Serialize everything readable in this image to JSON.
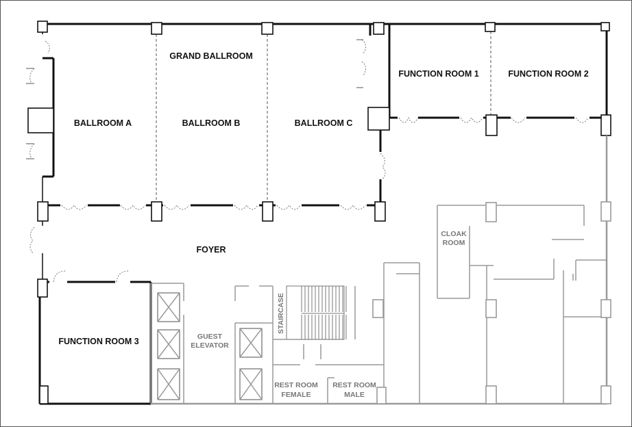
{
  "rooms": {
    "grand_ballroom": "GRAND BALLROOM",
    "ballroom_a": "BALLROOM A",
    "ballroom_b": "BALLROOM B",
    "ballroom_c": "BALLROOM C",
    "function_room_1": "FUNCTION ROOM 1",
    "function_room_2": "FUNCTION ROOM 2",
    "function_room_3": "FUNCTION ROOM 3",
    "foyer": "FOYER",
    "cloak_room_line1": "CLOAK",
    "cloak_room_line2": "ROOM",
    "guest_elevator_line1": "GUEST",
    "guest_elevator_line2": "ELEVATOR",
    "staircase": "STAIRCASE",
    "rest_room_female_line1": "REST ROOM",
    "rest_room_female_line2": "FEMALE",
    "rest_room_male_line1": "REST ROOM",
    "rest_room_male_line2": "MALE"
  },
  "colors": {
    "wall": "#111111",
    "service_wall": "#999999",
    "background": "#ffffff"
  }
}
